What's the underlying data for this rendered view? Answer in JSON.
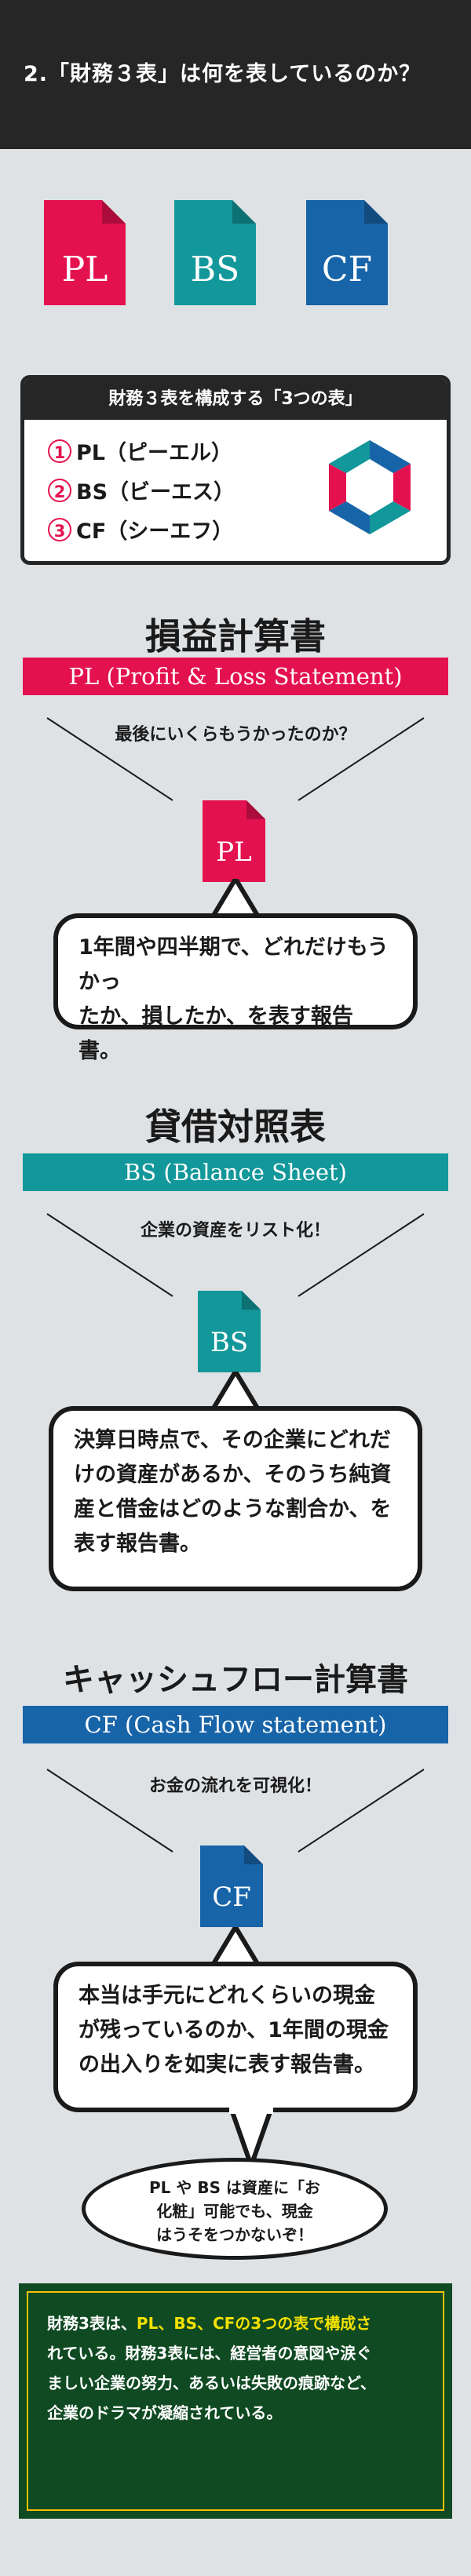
{
  "header": {
    "title": "2.「財務３表」は何を表しているのか？"
  },
  "icons": [
    {
      "label": "PL",
      "color": "#e4114f"
    },
    {
      "label": "BS",
      "color": "#12979a"
    },
    {
      "label": "CF",
      "color": "#1864a8"
    }
  ],
  "three_box": {
    "heading": "財務３表を構成する「3つの表」",
    "items": [
      {
        "num": "1",
        "text": "PL（ピーエル）"
      },
      {
        "num": "2",
        "text": "BS（ビーエス）"
      },
      {
        "num": "3",
        "text": "CF（シーエフ）"
      }
    ]
  },
  "sections": [
    {
      "title": "損益計算書",
      "banner": "PL (Profit & Loss Statement)",
      "caption": "最後にいくらもうかったのか？",
      "icon": "PL",
      "bubble": [
        "1年間や四半期で、どれだけもうかっ",
        "たか、損したか、を表す報告書。"
      ]
    },
    {
      "title": "貸借対照表",
      "banner": "BS (Balance Sheet)",
      "caption": "企業の資産をリスト化！",
      "icon": "BS",
      "bubble": [
        "決算日時点で、その企業にどれだ",
        "けの資産があるか、そのうち純資",
        "産と借金はどのような割合か、を",
        "表す報告書。"
      ]
    },
    {
      "title": "キャッシュフロー計算書",
      "banner": "CF (Cash Flow statement)",
      "caption": "お金の流れを可視化！",
      "icon": "CF",
      "bubble": [
        "本当は手元にどれくらいの現金",
        "が残っているのか、1年間の現金",
        "の出入りを如実に表す報告書。"
      ]
    }
  ],
  "oval": [
    "PL や BS は資産に「お",
    "化粧」可能でも、現金",
    "はうそをつかないぞ！"
  ],
  "conclusion": {
    "p1": "財務3表は、",
    "hl": "PL、BS、CFの3つの表で構成さ",
    "p2": "れている。財務3表には、経営者の意図や涙ぐ",
    "p3": "ましい企業の努力、あるいは失敗の痕跡など、",
    "p4": "企業のドラマが凝縮されている。"
  }
}
